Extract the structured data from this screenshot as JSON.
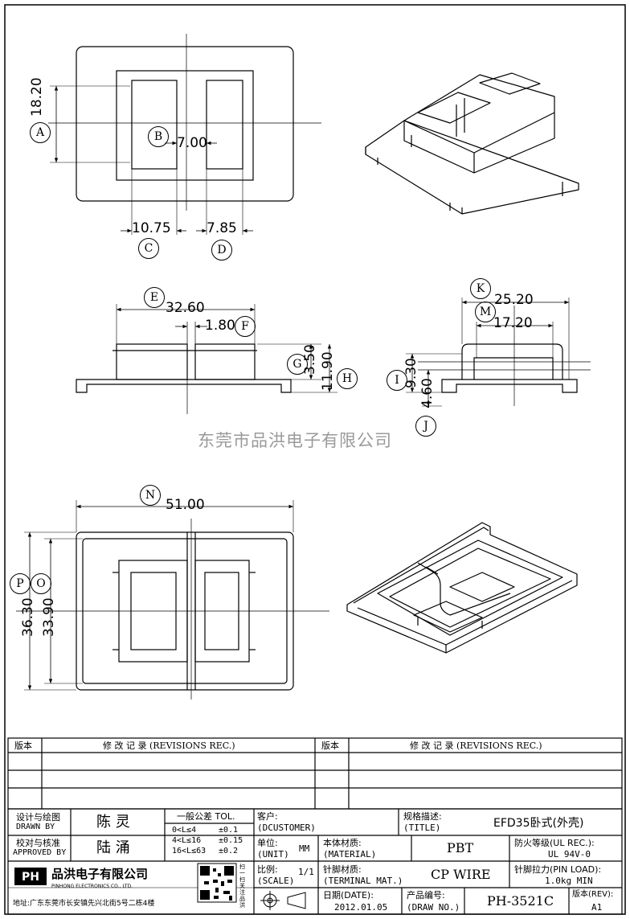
{
  "watermark": "东莞市品洪电子有限公司",
  "dimensions": {
    "d1820": "18.20",
    "d700": "7.00",
    "d1075": "10.75",
    "d785": "7.85",
    "d3260": "32.60",
    "d180": "1.80",
    "d350": "3.50",
    "d1190": "11.90",
    "d2520": "25.20",
    "d1720": "17.20",
    "d930": "9.30",
    "d460": "4.60",
    "d5100": "51.00",
    "d3630": "36.30",
    "d3390": "33.90"
  },
  "callouts": {
    "A": "A",
    "B": "B",
    "C": "C",
    "D": "D",
    "E": "E",
    "F": "F",
    "G": "G",
    "H": "H",
    "I": "I",
    "J": "J",
    "K": "K",
    "M": "M",
    "N": "N",
    "O": "O",
    "P": "P"
  },
  "revisions": {
    "col_version": "版本",
    "col_record": "修 改 记 录 (REVISIONS REC.)",
    "col_version_2": "版本",
    "col_record_2": "修 改 记 录 (REVISIONS REC.)"
  },
  "title_block": {
    "drawn_by_label_cn": "设计与绘图",
    "drawn_by_label_en": "DRAWN BY",
    "drawn_by": "陈 灵",
    "approved_label_cn": "校对与核准",
    "approved_label_en": "APPROVED BY",
    "approved_by": "陆 涌",
    "tol_title": "一般公差 TOL.",
    "tol_rows": [
      {
        "range": "0<L≤4",
        "value": "±0.1"
      },
      {
        "range": "4<L≤16",
        "value": "±0.15"
      },
      {
        "range": "16<L≤63",
        "value": "±0.2"
      }
    ],
    "customer_label_cn": "客户:",
    "customer_label_en": "(DCUSTOMER)",
    "unit_label_cn": "单位:",
    "unit_label_en": "(UNIT)",
    "unit": "MM",
    "scale_label_cn": "比例:",
    "scale_label_en": "(SCALE)",
    "scale": "1/1",
    "title_label_cn": "规格描述:",
    "title_label_en": "(TITLE)",
    "title": "EFD35卧式(外壳)",
    "material_label_cn": "本体材质:",
    "material_label_en": "(MATERIAL)",
    "material": "PBT",
    "terminal_label_cn": "针脚材质:",
    "terminal_label_en": "(TERMINAL MAT.)",
    "terminal": "CP WIRE",
    "date_label_cn": "日期(DATE):",
    "date": "2012.01.05",
    "drawno_label_cn": "产品编号:",
    "drawno_label_en": "(DRAW NO.)",
    "drawno": "PH-3521C",
    "ul_label": "防火等级(UL REC.):",
    "ul": "UL 94V-0",
    "pinload_label": "针脚拉力(PIN LOAD):",
    "pinload": "1.0kg MIN",
    "rev_label": "版本(REV):",
    "rev": "A1",
    "company_logo": "PH",
    "company_cn": "品洪电子有限公司",
    "company_en": "PINHONG ELECTRONICS CO., LTD.",
    "address": "地址:广东东莞市长安镇先兴北街5号二栋4楼",
    "qr_side_text": "扫一扫关注品洪"
  }
}
